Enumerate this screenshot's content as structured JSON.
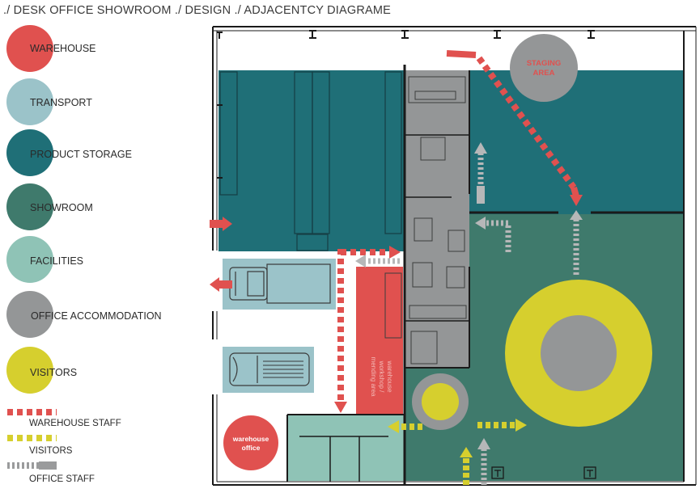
{
  "title": "./ DESK OFFICE SHOWROOM ./ DESIGN ./ ADJACENTCY DIAGRAME",
  "colors": {
    "warehouse": "#e0514f",
    "transport": "#9bc3c9",
    "product_storage": "#1f6f77",
    "showroom": "#3f7a6c",
    "facilities": "#8fc3b6",
    "office_accommodation": "#949697",
    "visitors": "#d6cf2e",
    "warehouse_staff_line": "#e0514f",
    "visitors_line": "#d6cf2e",
    "office_staff_line": "#9a9b9c"
  },
  "legend": {
    "zones": [
      {
        "label": "WAREHOUSE",
        "color_key": "warehouse"
      },
      {
        "label": "TRANSPORT",
        "color_key": "transport"
      },
      {
        "label": "PRODUCT STORAGE",
        "color_key": "product_storage"
      },
      {
        "label": "SHOWROOM",
        "color_key": "showroom"
      },
      {
        "label": "FACILITIES",
        "color_key": "facilities"
      },
      {
        "label": "OFFICE ACCOMMODATION",
        "color_key": "office_accommodation"
      },
      {
        "label": "VISITORS",
        "color_key": "visitors"
      }
    ],
    "lines": [
      {
        "label": "WAREHOUSE STAFF",
        "color_key": "warehouse_staff_line"
      },
      {
        "label": "VISITORS",
        "color_key": "visitors_line"
      },
      {
        "label": "OFFICE STAFF",
        "color_key": "office_staff_line"
      }
    ]
  },
  "plan": {
    "staging_area_line1": "STAGING",
    "staging_area_line2": "AREA",
    "warehouse_office_line1": "warehouse",
    "warehouse_office_line2": "office",
    "workshop_line1": "warehouse",
    "workshop_line2": "workshop /",
    "workshop_line3": "mending area"
  }
}
